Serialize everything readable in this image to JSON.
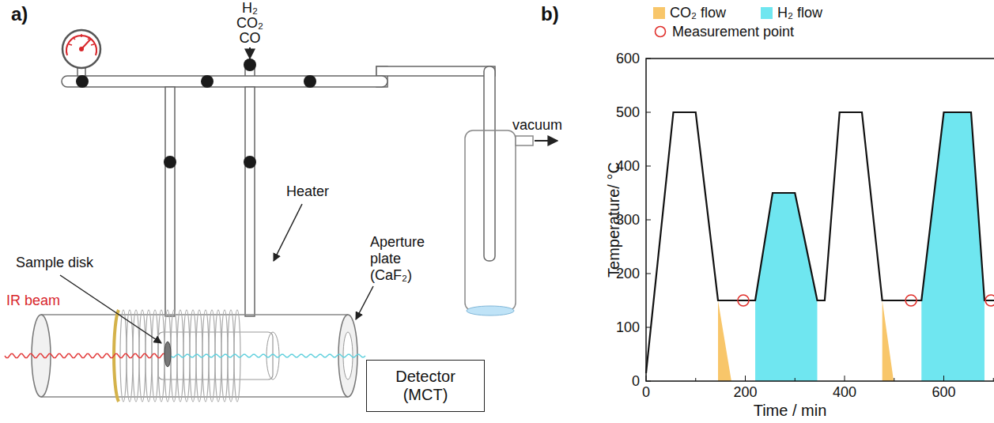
{
  "diagram": {
    "nodes": [
      {
        "text": [
          "Detector (MCT)"
        ]
      }
    ],
    "labels": [
      "a)",
      "H₂",
      "CO₂",
      "CO",
      "vacuum",
      "Heater",
      "Sample disk",
      "Aperture plate (CaF₂)",
      "IR beam",
      "b)",
      "Temperature/ °C",
      "Time / min",
      "0",
      "100",
      "200",
      "300",
      "400",
      "500",
      "600",
      "0",
      "200",
      "400",
      "600"
    ],
    "legend": [
      {
        "text": "CO₂ flow",
        "color": "#f8c66a"
      },
      {
        "text": "H₂ flow",
        "color": "#6fe6f0"
      },
      {
        "text": "Measurement point"
      }
    ]
  }
}
